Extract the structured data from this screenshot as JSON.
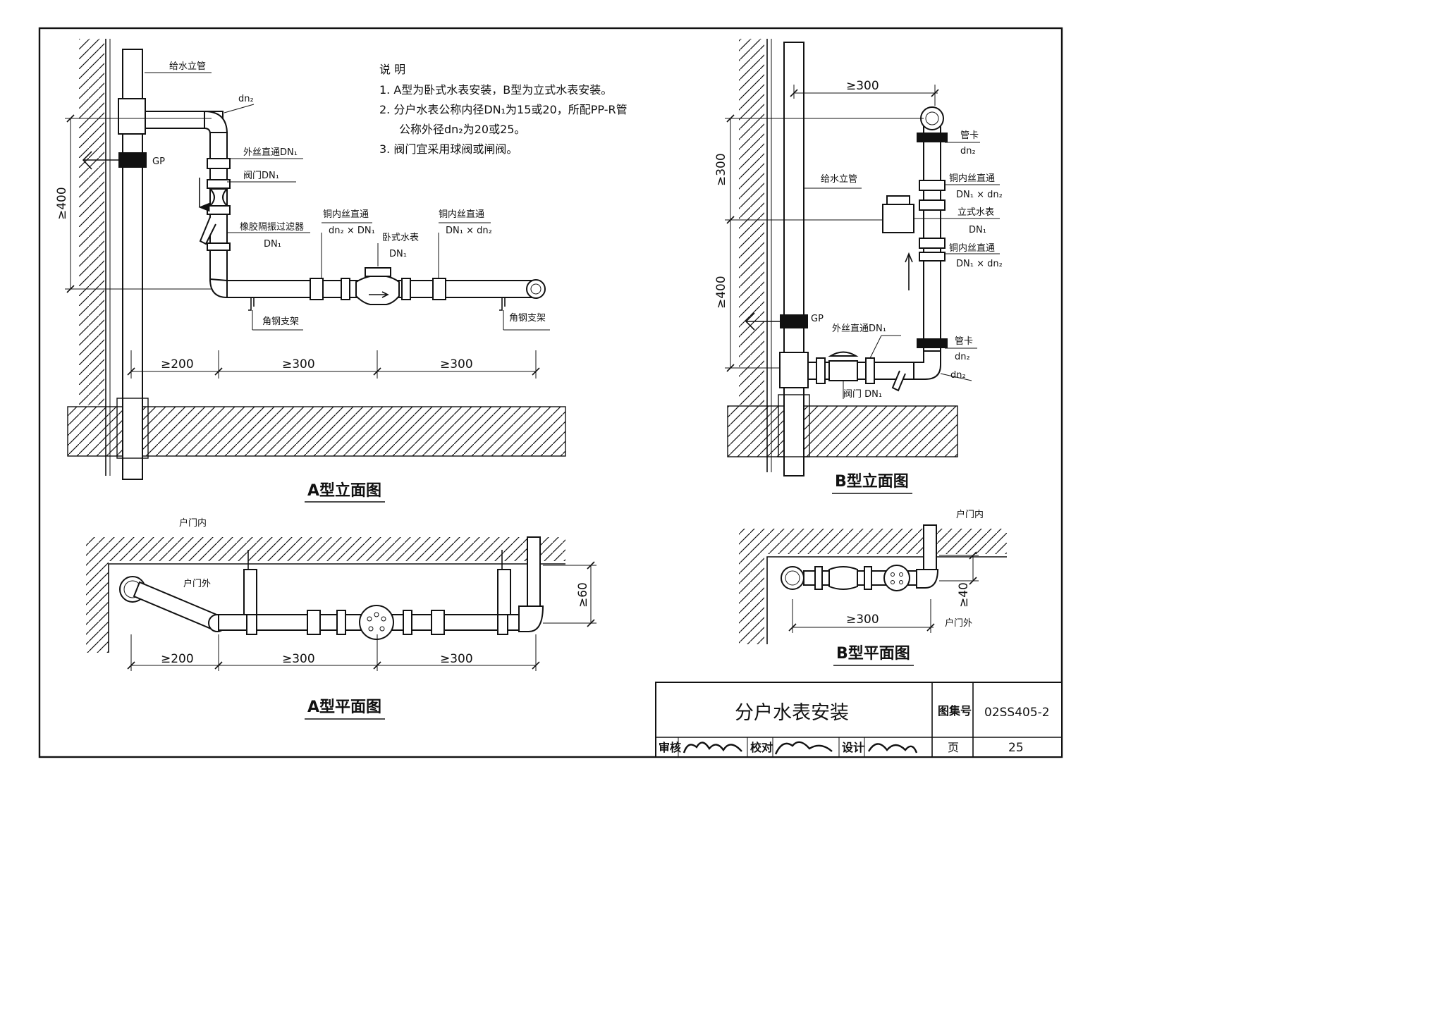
{
  "notes": {
    "heading": "说 明",
    "items": [
      "1.  A型为卧式水表安装，B型为立式水表安装。",
      "2.  分户水表公称内径DN₁为15或20，所配PP-R管",
      "公称外径dn₂为20或25。",
      "3.  阀门宜采用球阀或闸阀。"
    ]
  },
  "a_elevation": {
    "title": "A型立面图",
    "labels": {
      "riser": "给水立管",
      "dn2": "dn₂",
      "gp": "GP",
      "ext_coupling": "外丝直通DN₁",
      "valve": "阀门DN₁",
      "filter": "橡胶隔振过滤器",
      "filter_size": "DN₁",
      "cu_coupling_left": "铜内丝直通",
      "cu_coupling_left_size": "dn₂ × DN₁",
      "meter": "卧式水表",
      "meter_size": "DN₁",
      "cu_coupling_right": "铜内丝直通",
      "cu_coupling_right_size": "DN₁ × dn₂",
      "bracket_left": "角钢支架",
      "bracket_right": "角钢支架"
    },
    "dims": {
      "height": "≥400",
      "seg1": "≥200",
      "seg2": "≥300",
      "seg3": "≥300"
    }
  },
  "a_plan": {
    "title": "A型平面图",
    "labels": {
      "door_inside": "户门内",
      "door_outside": "户门外"
    },
    "dims": {
      "offset": "≥60",
      "seg1": "≥200",
      "seg2": "≥300",
      "seg3": "≥300"
    }
  },
  "b_elevation": {
    "title": "B型立面图",
    "labels": {
      "riser": "给水立管",
      "clip_top": "管卡",
      "clip_top_size": "dn₂",
      "cu_coupling_top": "铜内丝直通",
      "cu_coupling_top_size": "DN₁ × dn₂",
      "meter": "立式水表",
      "meter_size": "DN₁",
      "cu_coupling_bottom": "铜内丝直通",
      "cu_coupling_bottom_size": "DN₁ × dn₂",
      "gp": "GP",
      "ext_coupling": "外丝直通DN₁",
      "clip_bottom": "管卡",
      "clip_bottom_size": "dn₂",
      "valve": "阀门 DN₁",
      "elbow": "dn₂"
    },
    "dims": {
      "top_width": "≥300",
      "upper_height": "≥300",
      "lower_height": "≥400"
    }
  },
  "b_plan": {
    "title": "B型平面图",
    "labels": {
      "door_inside": "户门内",
      "door_outside": "户门外"
    },
    "dims": {
      "offset": "≥40",
      "width": "≥300"
    }
  },
  "title_block": {
    "drawing_title": "分户水表安装",
    "atlas_label": "图集号",
    "atlas_number": "02SS405-2",
    "review_label": "审核",
    "check_label": "校对",
    "design_label": "设计",
    "page_label": "页",
    "page_number": "25"
  }
}
